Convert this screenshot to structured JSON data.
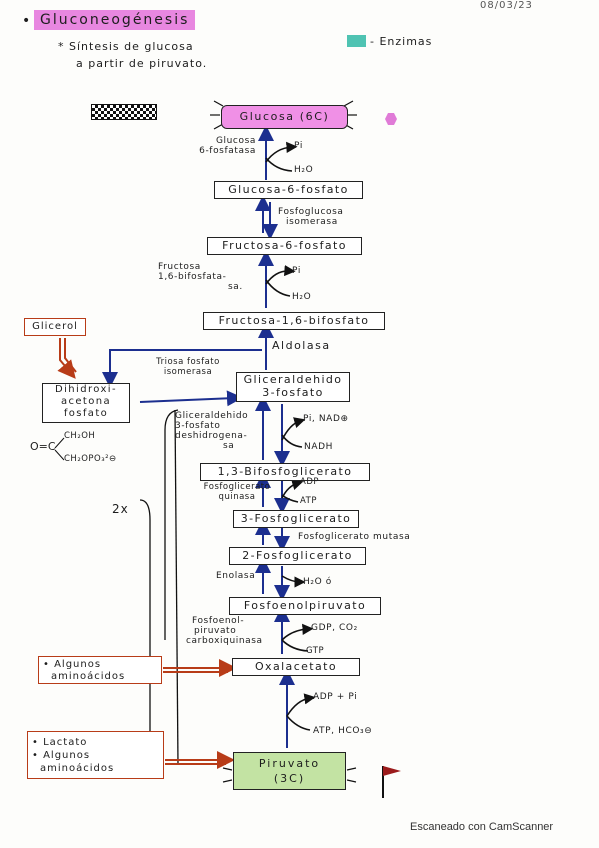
{
  "header": {
    "title": "Gluconeogénesis",
    "bullet": "•",
    "subtitle_lines": [
      "* Síntesis de glucosa",
      "a partir de piruvato."
    ],
    "date": "08/03/23",
    "legend_label": "- Enzimas",
    "legend_color": "#4fc3b2"
  },
  "metabolites": {
    "glucosa": "Glucosa (6C)",
    "g6p": "Glucosa-6-fosfato",
    "f6p": "Fructosa-6-fosfato",
    "f16bp": "Fructosa-1,6-bifosfato",
    "gap": [
      "Gliceraldehido",
      "3-fosfato"
    ],
    "dhap": [
      "Dihidroxi-",
      "acetona",
      "fosfato"
    ],
    "bpg": "1,3-Bifosfoglicerato",
    "pg3": "3-Fosfoglicerato",
    "pg2": "2-Fosfoglicerato",
    "pep": "Fosfoenolpiruvato",
    "oaa": "Oxalacetato",
    "piruvato": [
      "Piruvato",
      "(3C)"
    ]
  },
  "enzymes": {
    "g6pase": [
      "Glucosa",
      "6-fosfatasa"
    ],
    "pgi": [
      "Fosfoglucosa",
      "isomerasa"
    ],
    "fbpase": [
      "Fructosa",
      "1,6-bifosfata-",
      "sa."
    ],
    "aldolasa": "Aldolasa",
    "tpi": [
      "Triosa fosfato",
      "isomerasa"
    ],
    "gapdh": [
      "Gliceraldehido",
      "3-fosfato",
      "deshidrogena-",
      "sa"
    ],
    "pgk": [
      "Fosfoglicerato",
      "quinasa"
    ],
    "pgm": "Fosfoglicerato mutasa",
    "enolasa": "Enolasa",
    "pepck": [
      "Fosfoenol-",
      "piruvato",
      "carboxiquinasa"
    ]
  },
  "cofactors": {
    "pi_1": "Pi",
    "h2o_1": "H₂O",
    "pi_2": "Pi",
    "h2o_2": "H₂O",
    "pi_nad": "Pi, NAD⊕",
    "nadh": "NADH",
    "adp_1": "ADP",
    "atp_1": "ATP",
    "h2o_3": "H₂O ó",
    "gdp_co2": "GDP, CO₂",
    "gtp": "GTP",
    "adp_pi": "ADP + Pi",
    "atp_hco3": "ATP, HCO₃⊖"
  },
  "sources": {
    "glicerol": "Glicerol",
    "aminoacidos_1": [
      "• Algunos",
      "aminoácidos"
    ],
    "lactato_group": [
      "• Lactato",
      "• Algunos",
      "aminoácidos"
    ]
  },
  "structure": {
    "o_eq": "O=C",
    "ch2oh": "CH₂OH",
    "ch2opo3": "CH₂OPO₃²⊖"
  },
  "multiplier": "2x",
  "footer": "Escaneado con CamScanner",
  "colors": {
    "glucosa_fill": "#f090e6",
    "piruvato_fill": "#c3e3a3",
    "arrow_blue": "#1c2f8f",
    "source_red": "#b83c18"
  }
}
